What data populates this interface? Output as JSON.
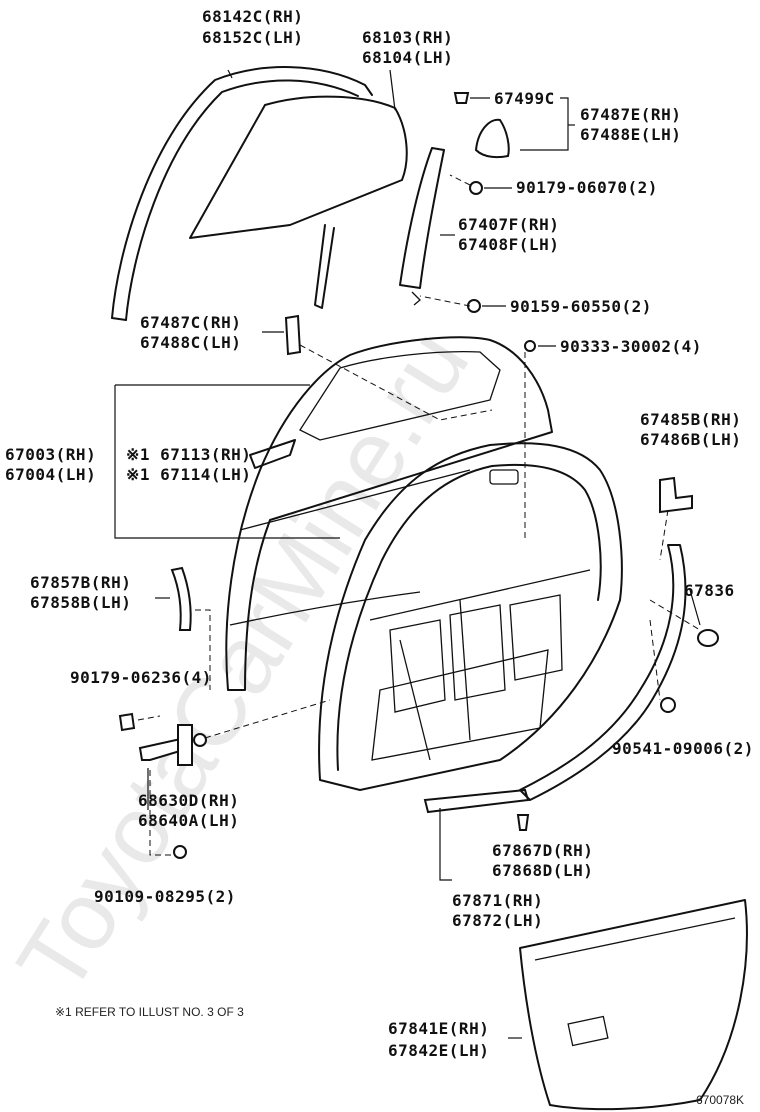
{
  "watermark": "ToyotaCarMine.ru",
  "labels": {
    "p68142c": "68142C(RH)",
    "p68152c": "68152C(LH)",
    "p68103": "68103(RH)",
    "p68104": "68104(LH)",
    "p67499c": "67499C",
    "p67487e": "67487E(RH)",
    "p67488e": "67488E(LH)",
    "p90179_06070": "90179-06070(2)",
    "p67407f": "67407F(RH)",
    "p67408f": "67408F(LH)",
    "p90159": "90159-60550(2)",
    "p67487c": "67487C(RH)",
    "p67488c": "67488C(LH)",
    "p90333": "90333-30002(4)",
    "p67485b": "67485B(RH)",
    "p67486b": "67486B(LH)",
    "p67003": "67003(RH)",
    "p67004": "67004(LH)",
    "p67113": "※1 67113(RH)",
    "p67114": "※1 67114(LH)",
    "p67857b": "67857B(RH)",
    "p67858b": "67858B(LH)",
    "p67836": "67836",
    "p90179_06236": "90179-06236(4)",
    "p90541": "90541-09006(2)",
    "p68630d": "68630D(RH)",
    "p68640a": "68640A(LH)",
    "p67867d": "67867D(RH)",
    "p67868d": "67868D(LH)",
    "p90109": "90109-08295(2)",
    "p67871": "67871(RH)",
    "p67872": "67872(LH)",
    "p67841e": "67841E(RH)",
    "p67842e": "67842E(LH)"
  },
  "note": "※1 REFER TO ILLUST NO. 3 OF 3",
  "illustration_code": "670078K"
}
